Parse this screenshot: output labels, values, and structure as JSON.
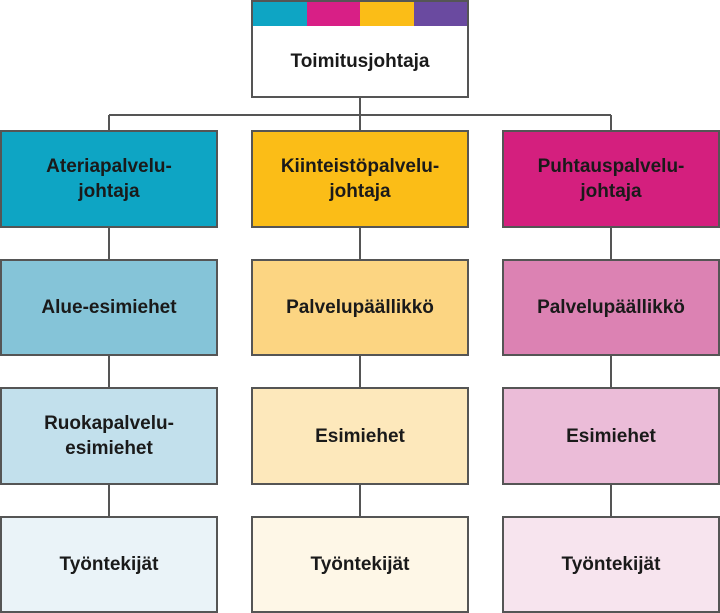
{
  "colors": {
    "accent_teal": "#0ea5c4",
    "accent_magenta": "#d81f86",
    "accent_yellow": "#fbbd17",
    "accent_purple": "#6a4aa0",
    "line": "#555555"
  },
  "top": {
    "title": "Toimitusjohtaja",
    "stripe_colors": [
      "#0ea5c4",
      "#d81f86",
      "#fbbd17",
      "#6a4aa0"
    ]
  },
  "columns": [
    {
      "director": "Ateriapalvelu-\njohtaja",
      "level2": "Alue-esimiehet",
      "level3": "Ruokapalvelu-\nesimiehet",
      "level4": "Työntekijät",
      "shades": [
        "#0ea5c4",
        "#85c4d8",
        "#c2e0ec",
        "#eaf3f8"
      ]
    },
    {
      "director": "Kiinteistöpalvelu-\njohtaja",
      "level2": "Palvelupäällikkö",
      "level3": "Esimiehet",
      "level4": "Työntekijät",
      "shades": [
        "#fbbd17",
        "#fcd582",
        "#fde8bb",
        "#fef7e7"
      ]
    },
    {
      "director": "Puhtauspalvelu-\njohtaja",
      "level2": "Palvelupäällikkö",
      "level3": "Esimiehet",
      "level4": "Työntekijät",
      "shades": [
        "#d41f7e",
        "#dc82b3",
        "#ebbcd8",
        "#f7e4ee"
      ]
    }
  ]
}
